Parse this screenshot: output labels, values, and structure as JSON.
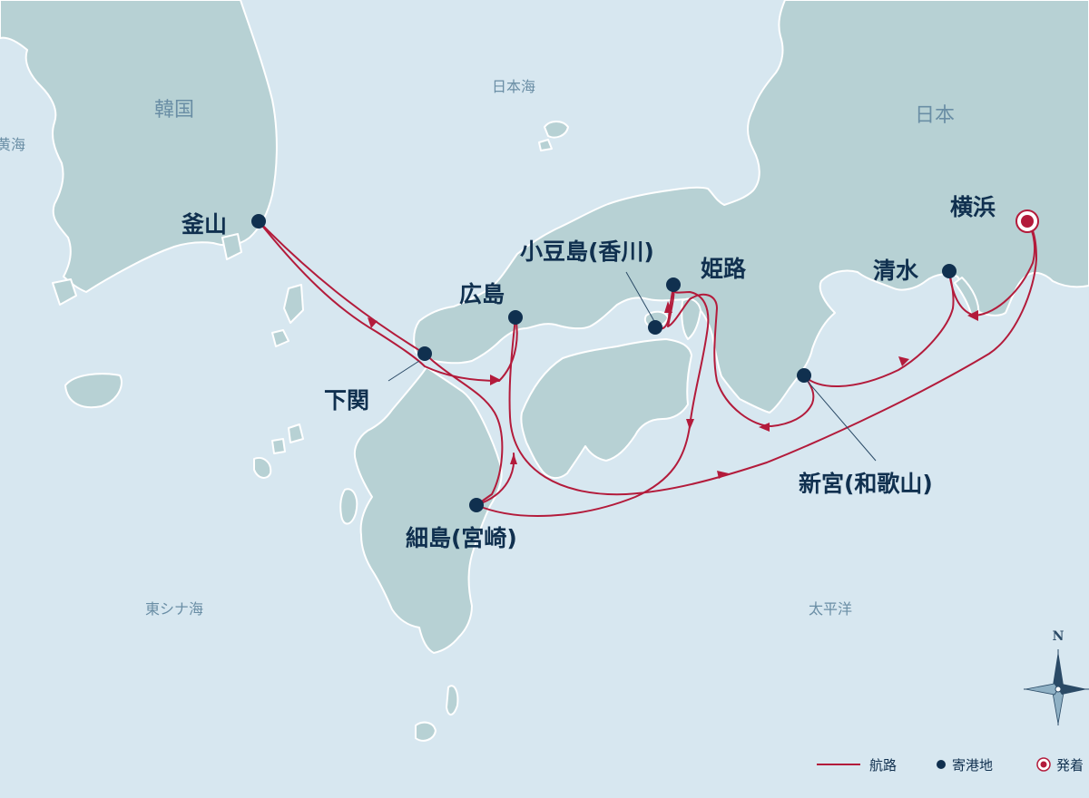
{
  "seas": {
    "japan_sea": "日本海",
    "yellow_sea": "黄海",
    "east_china_sea": "東シナ海",
    "pacific": "太平洋"
  },
  "countries": {
    "korea": "韓国",
    "japan": "日本"
  },
  "ports": {
    "busan": "釜山",
    "shimonoseki": "下関",
    "hiroshima": "広島",
    "shodoshima": "小豆島(香川)",
    "himeji": "姫路",
    "hosojima": "細島(宮崎)",
    "shingu": "新宮(和歌山)",
    "shimizu": "清水",
    "yokohama": "横浜"
  },
  "compass": {
    "north": "N"
  },
  "legend": {
    "route": "航路",
    "port_of_call": "寄港地",
    "departure_arrival": "発着"
  },
  "colors": {
    "sea": "#d7e7f0",
    "land": "#b7d1d4",
    "route": "#b31b3b",
    "port": "#10304f"
  }
}
